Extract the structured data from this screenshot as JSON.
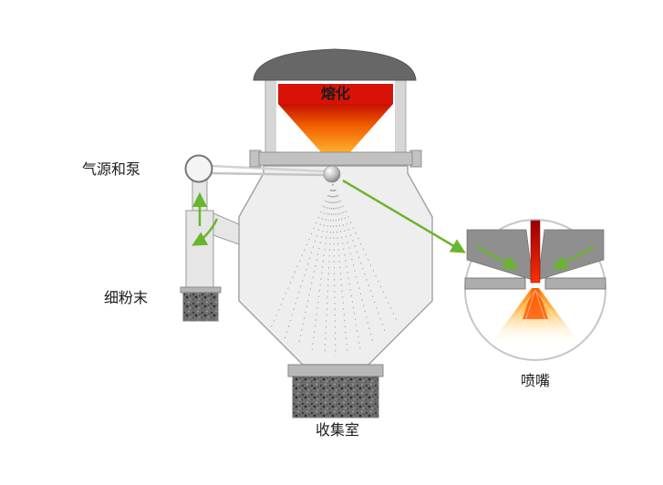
{
  "diagram": {
    "title": "gas-atomization-process-diagram",
    "labels": {
      "melting": "熔化",
      "gas_source_and_pump": "气源和泵",
      "fine_powder": "细粉末",
      "collection_chamber": "收集室",
      "nozzle": "喷嘴"
    },
    "colors": {
      "arrow_green": "#6ab52e",
      "melt_red": "#d81208",
      "melt_orange": "#ff9000",
      "chamber_gray": "#eeeeee",
      "lid_dark_gray": "#676767",
      "flange_gray": "#c2c2c2",
      "powder_dark": "#6e6e6e"
    }
  }
}
